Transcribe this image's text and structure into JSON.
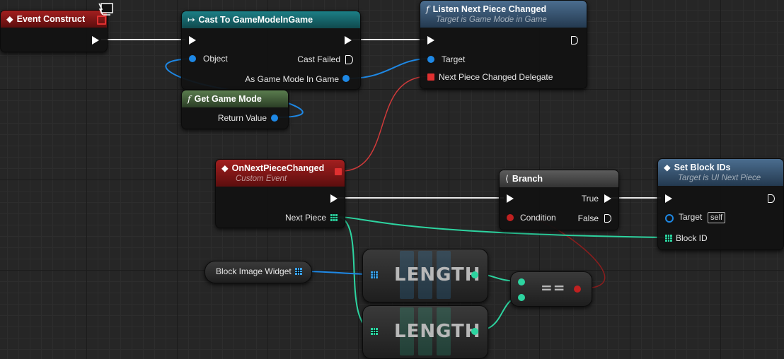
{
  "nodes": {
    "event_construct": {
      "title": "Event Construct"
    },
    "cast_to_gamemode": {
      "title": "Cast To GameModeInGame",
      "pins": {
        "object": "Object",
        "cast_failed": "Cast Failed",
        "as_game_mode": "As Game Mode In Game"
      }
    },
    "listen_next_piece": {
      "title": "Listen Next Piece Changed",
      "subtitle": "Target is Game Mode in Game",
      "pins": {
        "target": "Target",
        "delegate": "Next Piece Changed Delegate"
      }
    },
    "get_game_mode": {
      "title": "Get Game Mode",
      "pins": {
        "return_value": "Return Value"
      }
    },
    "on_next_piece_changed": {
      "title": "OnNextPieceChanged",
      "subtitle": "Custom Event",
      "pins": {
        "next_piece": "Next Piece"
      }
    },
    "branch": {
      "title": "Branch",
      "pins": {
        "condition": "Condition",
        "true": "True",
        "false": "False"
      }
    },
    "set_block_ids": {
      "title": "Set Block IDs",
      "subtitle": "Target is UI Next Piece",
      "pins": {
        "target": "Target",
        "self": "self",
        "block_id": "Block ID"
      }
    },
    "block_image_widget": {
      "label": "Block Image Widget"
    },
    "length_1": {
      "label": "LENGTH"
    },
    "length_2": {
      "label": "LENGTH"
    },
    "equals": {
      "label": "=="
    }
  },
  "icons": {
    "function": "function-icon",
    "event": "event-diamond-icon",
    "cast": "cast-arrow-icon",
    "branch": "branch-icon",
    "client": "client-monitor-icon"
  },
  "colors": {
    "exec": "#ffffff",
    "object_pin": "#1e88e5",
    "delegate_pin": "#e03030",
    "bool_pin": "#c02020",
    "int_array_pin": "#2dd4a0"
  }
}
